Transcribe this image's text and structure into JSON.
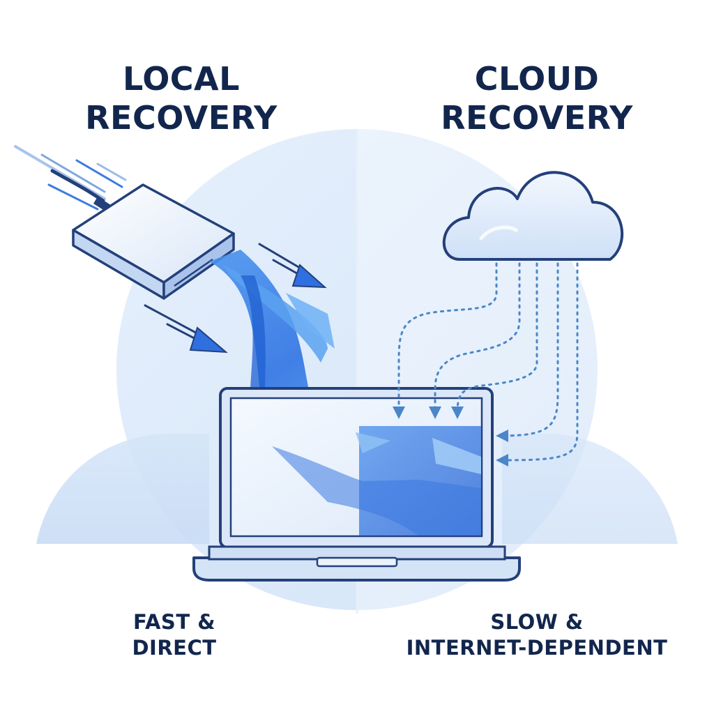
{
  "left_panel": {
    "title_line1": "LOCAL",
    "title_line2": "RECOVERY",
    "caption_line1": "FAST &",
    "caption_line2": "DIRECT"
  },
  "right_panel": {
    "title_line1": "CLOUD",
    "title_line2": "RECOVERY",
    "caption_line1": "SLOW &",
    "caption_line2": "INTERNET-DEPENDENT"
  },
  "icons": {
    "local": "external-hard-drive-icon",
    "remote": "cloud-icon",
    "target": "laptop-icon"
  },
  "colors": {
    "text": "#12264d",
    "outline": "#24407a",
    "flow_blue": "#2f6fe0",
    "dotted_blue": "#4a86c8",
    "background_circle": "#e3eefb",
    "background_hills": "#d6e6f9"
  }
}
